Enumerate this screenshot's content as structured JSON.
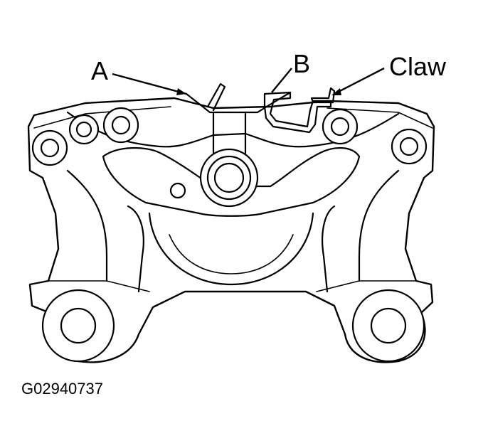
{
  "labels": {
    "a": "A",
    "b": "B",
    "claw": "Claw"
  },
  "figure_code": "G02940737"
}
